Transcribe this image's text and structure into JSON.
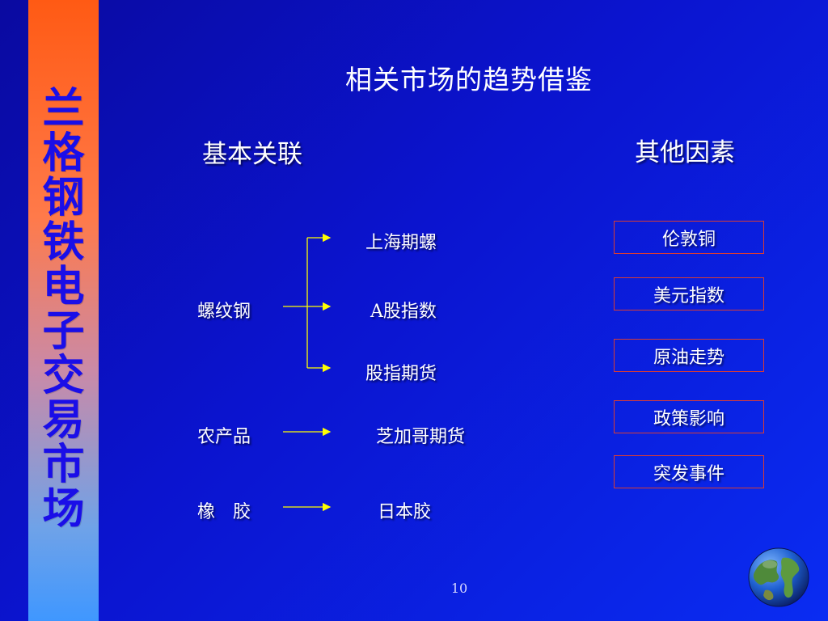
{
  "slide": {
    "side_title": [
      "兰",
      "格",
      "钢",
      "铁",
      "电",
      "子",
      "交",
      "易",
      "市",
      "场"
    ],
    "title": "相关市场的趋势借鉴",
    "left_heading": "基本关联",
    "right_heading": "其他因素",
    "page_number": "10"
  },
  "relations": {
    "rebar": {
      "source": "螺纹钢",
      "targets": [
        "上海期螺",
        "A股指数",
        "股指期货"
      ]
    },
    "agri": {
      "source": "农产品",
      "target": "芝加哥期货"
    },
    "rubber": {
      "source": "橡　胶",
      "target": "日本胶"
    }
  },
  "factors": [
    "伦敦铜",
    "美元指数",
    "原油走势",
    "政策影响",
    "突发事件"
  ],
  "colors": {
    "side_bar_top": "#ff5a14",
    "side_bar_bottom": "#3f97ff",
    "side_text": "#1a0ee8",
    "box_border": "#d83c34"
  }
}
